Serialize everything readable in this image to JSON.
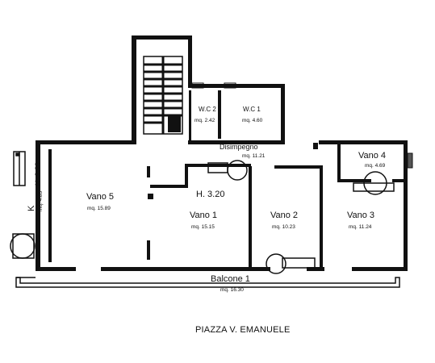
{
  "colors": {
    "wall": "#111111",
    "background": "#ffffff"
  },
  "rooms": {
    "vano5": {
      "name": "Vano 5",
      "area": "mq. 15.89"
    },
    "vano1": {
      "name": "Vano 1",
      "area": "mq. 15.15"
    },
    "vano2": {
      "name": "Vano 2",
      "area": "mq. 10.23"
    },
    "vano3": {
      "name": "Vano 3",
      "area": "mq. 11.24"
    },
    "vano4": {
      "name": "Vano 4",
      "area": "mq. 4.69"
    },
    "wc2": {
      "name": "W.C 2",
      "area": "mq. 2.42"
    },
    "wc1": {
      "name": "W.C 1",
      "area": "mq. 4.60"
    },
    "disimpegno": {
      "name": "Disimpegno",
      "area": "mq. 11.21"
    },
    "balcone1": {
      "name": "Balcone 1",
      "area": "mq. 16.30"
    },
    "ripostiglio": {
      "name": "K",
      "area": "mq. 4.85"
    }
  },
  "labels": {
    "main_height": "H. 3.20",
    "side_height": "H. 3.20",
    "street": "PIAZZA V. EMANUELE"
  },
  "icons": [
    "stair-icon",
    "radiator-icon",
    "boiler-icon",
    "window-icon"
  ]
}
